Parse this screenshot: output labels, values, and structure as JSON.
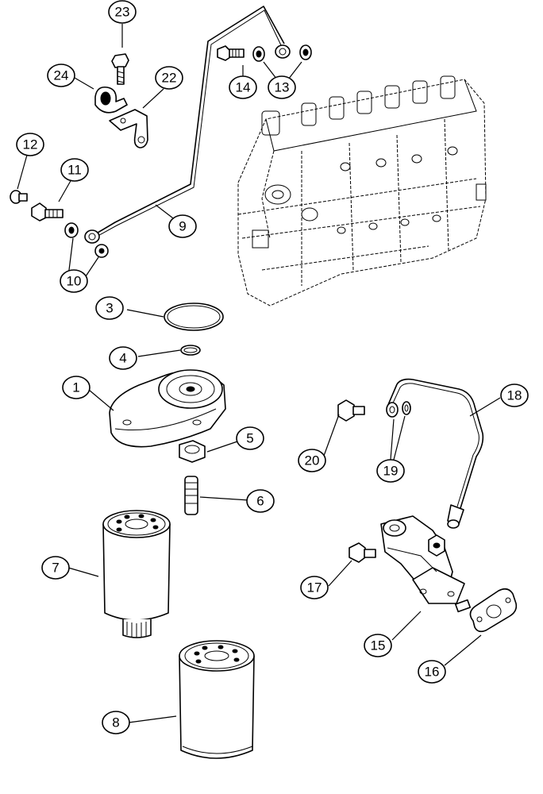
{
  "callouts": {
    "c1": "1",
    "c3": "3",
    "c4": "4",
    "c5": "5",
    "c6": "6",
    "c7": "7",
    "c8": "8",
    "c9": "9",
    "c10": "10",
    "c11": "11",
    "c12": "12",
    "c13": "13",
    "c14": "14",
    "c15": "15",
    "c16": "16",
    "c17": "17",
    "c18": "18",
    "c19": "19",
    "c20": "20",
    "c22": "22",
    "c23": "23",
    "c24": "24"
  }
}
